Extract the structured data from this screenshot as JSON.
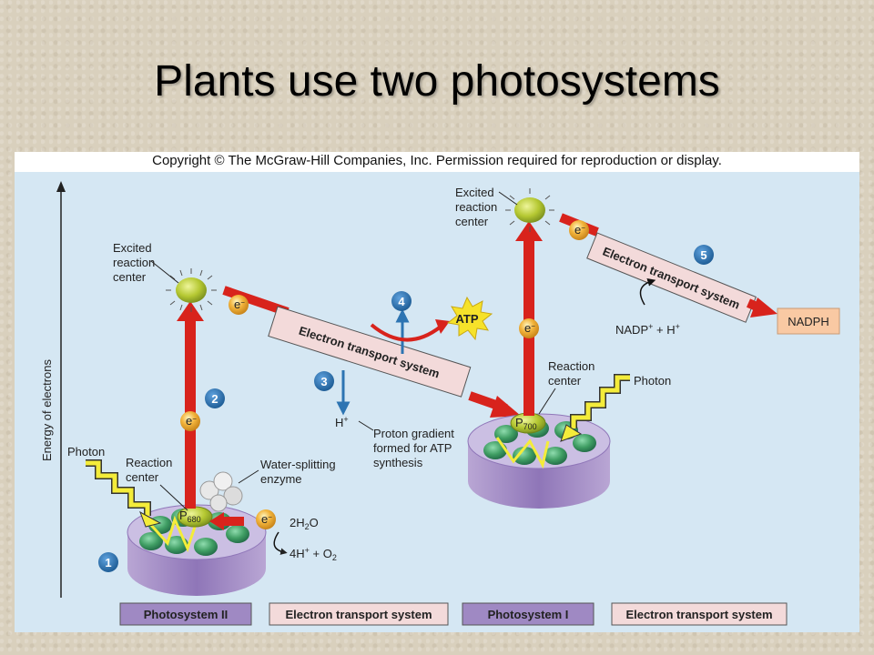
{
  "title": "Plants use two photosystems",
  "copyright": "Copyright © The McGraw-Hill Companies, Inc. Permission required for reproduction or display.",
  "axis_label": "Energy of electrons",
  "colors": {
    "arrow_red": "#d8231c",
    "ets_box": "#f3dada",
    "photosystem_box": "#9f89c3",
    "nadph_box": "#f9c9a3",
    "step_badge": "#2d74b2",
    "atp_burst": "#f6e22a",
    "electron": "#f2b43c",
    "chlorophyll": "#3f9d63"
  },
  "labels": {
    "excited_1": [
      "Excited",
      "reaction",
      "center"
    ],
    "excited_2": [
      "Excited",
      "reaction",
      "center"
    ],
    "reaction_center_1": [
      "Reaction",
      "center"
    ],
    "reaction_center_2": [
      "Reaction",
      "center"
    ],
    "photon_1": "Photon",
    "photon_2": "Photon",
    "water_enzyme": [
      "Water-splitting",
      "enzyme"
    ],
    "h2o": "2H",
    "h2o_sub": "2",
    "h2o_tail": "O",
    "h_out": "4H",
    "h_out_sup": "+",
    "o2": " + O",
    "o2_sub": "2",
    "p680": "P",
    "p680_sub": "680",
    "p700": "P",
    "p700_sub": "700",
    "electron": "e",
    "electron_sup": "−",
    "ets_1": "Electron transport system",
    "ets_2": "Electron transport system",
    "atp": "ATP",
    "hplus": "H",
    "hplus_sup": "+",
    "proton_gradient": [
      "Proton gradient",
      "formed for ATP",
      "synthesis"
    ],
    "nadp": "NADP",
    "nadp_sup": "+",
    "nadp_tail": " + H",
    "nadp_tail_sup": "+",
    "nadph": "NADPH"
  },
  "steps": [
    "1",
    "2",
    "3",
    "4",
    "5"
  ],
  "legend": [
    {
      "label": "Photosystem II",
      "kind": "photosystem"
    },
    {
      "label": "Electron transport system",
      "kind": "ets"
    },
    {
      "label": "Photosystem I",
      "kind": "photosystem"
    },
    {
      "label": "Electron transport system",
      "kind": "ets"
    }
  ]
}
